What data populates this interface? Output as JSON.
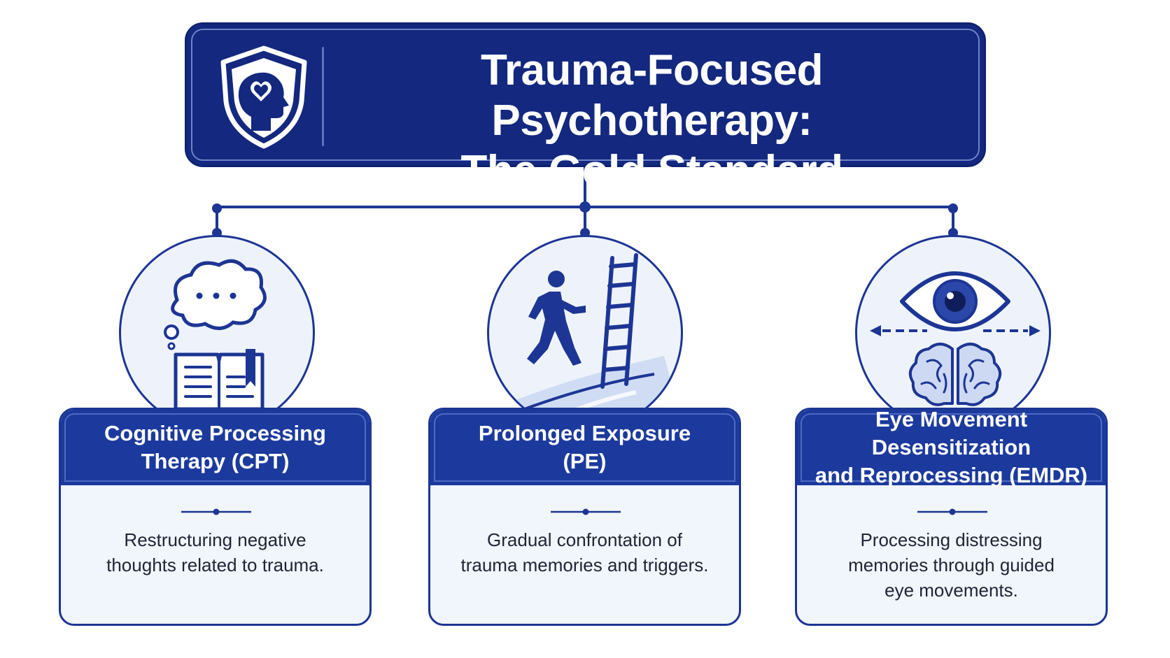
{
  "header": {
    "title_line1": "Trauma-Focused Psychotherapy:",
    "title_line2": "The Gold Standard",
    "logo_icon": "shield-heart-head-icon"
  },
  "therapies": [
    {
      "title": "Cognitive Processing\nTherapy (CPT)",
      "description": "Restructuring negative\nthoughts related to trauma.",
      "icon": "thought-cloud-book-icon"
    },
    {
      "title": "Prolonged Exposure\n(PE)",
      "description": "Gradual confrontation of\ntrauma memories and triggers.",
      "icon": "person-climbing-ladder-icon"
    },
    {
      "title": "Eye Movement Desensitization\nand Reprocessing (EMDR)",
      "description": "Processing distressing\nmemories through guided\neye movements.",
      "icon": "eye-brain-arrows-icon"
    }
  ],
  "colors": {
    "navy": "#13287e",
    "card_header": "#1c3a9d",
    "line": "#1d3594",
    "card_body": "#f1f5fc",
    "text": "#1f2436"
  }
}
